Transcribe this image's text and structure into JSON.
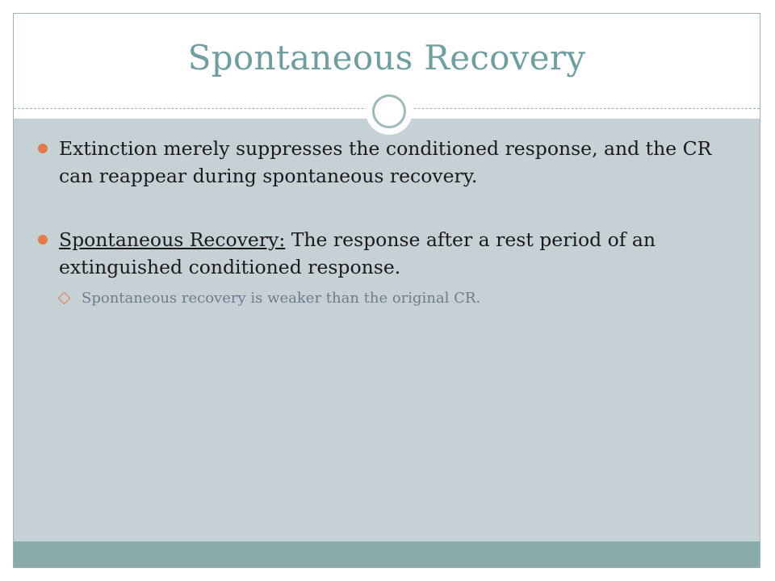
{
  "slide": {
    "title": "Spontaneous Recovery",
    "bullets": [
      {
        "text": "Extinction merely suppresses the conditioned response, and the CR can reappear during spontaneous recovery."
      },
      {
        "term": "Spontaneous Recovery:",
        "text": " The response after a rest period of an extinguished conditioned response.",
        "sub_bullets": [
          "Spontaneous recovery is weaker than the original CR."
        ]
      }
    ]
  },
  "colors": {
    "title": "#6f9ea0",
    "body_background": "#c6d1d6",
    "footer_band": "#8aabac",
    "bullet_marker": "#e37b49",
    "sub_bullet_text": "#6e7b8c"
  },
  "icons": {
    "bullet": "filled-circle",
    "sub_bullet": "hollow-diamond",
    "title_ornament": "ring"
  }
}
